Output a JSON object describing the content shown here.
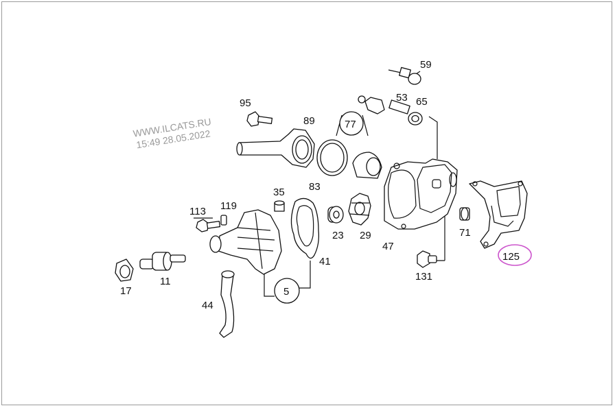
{
  "watermark": {
    "line1": "WWW.ILCATS.RU",
    "line2": "15:49 28.05.2022"
  },
  "highlight_color": "#cc55cc",
  "labels": {
    "p59": "59",
    "p53": "53",
    "p65": "65",
    "p95": "95",
    "p89": "89",
    "p77": "77",
    "p35": "35",
    "p83": "83",
    "p113": "113",
    "p119": "119",
    "p23": "23",
    "p29": "29",
    "p47": "47",
    "p71": "71",
    "p125": "125",
    "p131": "131",
    "p17": "17",
    "p11": "11",
    "p41": "41",
    "p5": "5",
    "p44": "44"
  }
}
